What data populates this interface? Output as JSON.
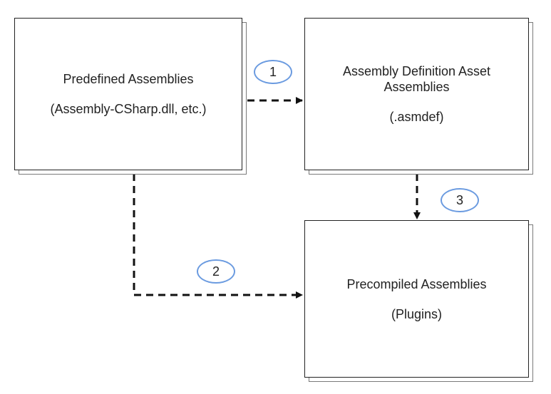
{
  "nodes": {
    "predefined": {
      "title": "Predefined Assemblies",
      "subtitle": "(Assembly-CSharp.dll, etc.)"
    },
    "asmdef": {
      "title_line1": "Assembly Definition Asset",
      "title_line2": "Assemblies",
      "subtitle": "(.asmdef)"
    },
    "precompiled": {
      "title": "Precompiled Assemblies",
      "subtitle": "(Plugins)"
    }
  },
  "badges": {
    "one": "1",
    "two": "2",
    "three": "3"
  },
  "colors": {
    "box_border": "#222222",
    "box_shadow": "#7a7a7a",
    "arrow": "#111111",
    "badge_border": "#6b9be0"
  }
}
